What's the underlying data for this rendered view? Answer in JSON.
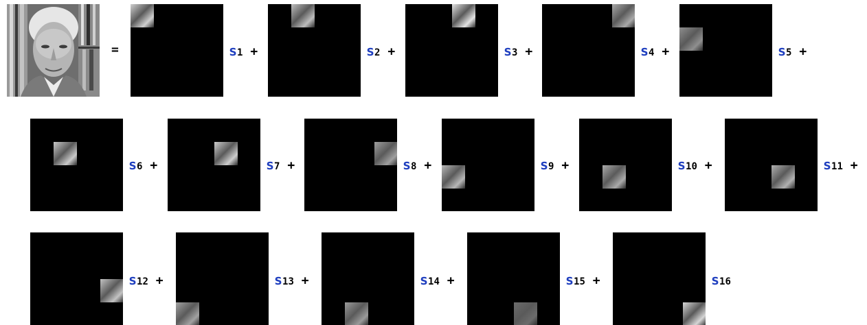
{
  "equation": {
    "equals_sign": "=",
    "plus_sign": "+",
    "coefficient_symbol": "s",
    "terms": [
      {
        "index": "1",
        "block_row": 0,
        "block_col": 0,
        "has_plus": true
      },
      {
        "index": "2",
        "block_row": 0,
        "block_col": 1,
        "has_plus": true
      },
      {
        "index": "3",
        "block_row": 0,
        "block_col": 2,
        "has_plus": true
      },
      {
        "index": "4",
        "block_row": 0,
        "block_col": 3,
        "has_plus": true
      },
      {
        "index": "5",
        "block_row": 1,
        "block_col": 0,
        "has_plus": true
      },
      {
        "index": "6",
        "block_row": 1,
        "block_col": 1,
        "has_plus": true
      },
      {
        "index": "7",
        "block_row": 1,
        "block_col": 2,
        "has_plus": true
      },
      {
        "index": "8",
        "block_row": 1,
        "block_col": 3,
        "has_plus": true
      },
      {
        "index": "9",
        "block_row": 2,
        "block_col": 0,
        "has_plus": true
      },
      {
        "index": "10",
        "block_row": 2,
        "block_col": 1,
        "has_plus": true
      },
      {
        "index": "11",
        "block_row": 2,
        "block_col": 2,
        "has_plus": true
      },
      {
        "index": "12",
        "block_row": 2,
        "block_col": 3,
        "has_plus": true
      },
      {
        "index": "13",
        "block_row": 3,
        "block_col": 0,
        "has_plus": true
      },
      {
        "index": "14",
        "block_row": 3,
        "block_col": 1,
        "has_plus": true
      },
      {
        "index": "15",
        "block_row": 3,
        "block_col": 2,
        "has_plus": true
      },
      {
        "index": "16",
        "block_row": 3,
        "block_col": 3,
        "has_plus": false
      }
    ]
  },
  "colors": {
    "coefficient": "#1f3fbf",
    "tile_background": "#000000"
  }
}
